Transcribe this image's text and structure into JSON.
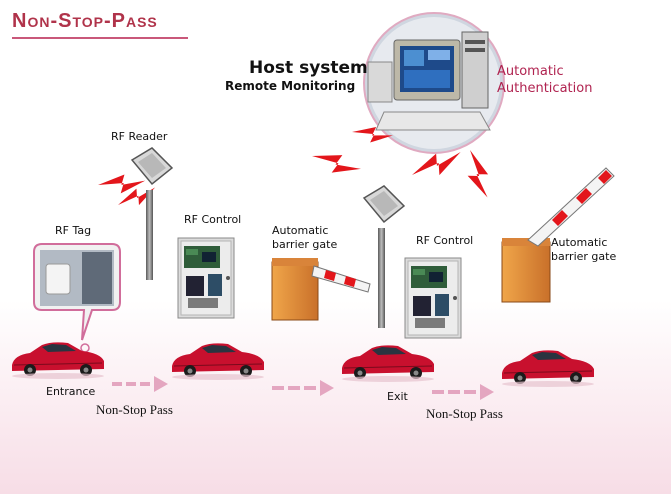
{
  "title": "Non-Stop-Pass",
  "host": {
    "title": "Host system",
    "subtitle": "Remote Monitoring",
    "auth_line1": "Automatic",
    "auth_line2": "Authentication"
  },
  "labels": {
    "rf_reader": "RF Reader",
    "rf_tag": "RF Tag",
    "rf_control_left": "RF Control",
    "barrier_left_line1": "Automatic",
    "barrier_left_line2": "barrier gate",
    "rf_control_right": "RF Control",
    "barrier_right_line1": "Automatic",
    "barrier_right_line2": "barrier gate",
    "entrance": "Entrance",
    "exit": "Exit",
    "non_stop_pass_left": "Non-Stop Pass",
    "non_stop_pass_right": "Non-Stop Pass"
  },
  "colors": {
    "title": "#b0334a",
    "auth": "#b02350",
    "bolt": "#e3161b",
    "car": "#c8102e",
    "barrier": "#e8943a",
    "arrow": "#e4a6c0",
    "background": "#ffffff",
    "floor": "#fbe9ef"
  },
  "icons": [
    "lightning-bolt-icon",
    "car-icon",
    "rf-reader-icon",
    "control-cabinet-icon",
    "barrier-gate-icon",
    "computer-icon",
    "rf-tag-icon",
    "dashed-arrow-icon"
  ]
}
